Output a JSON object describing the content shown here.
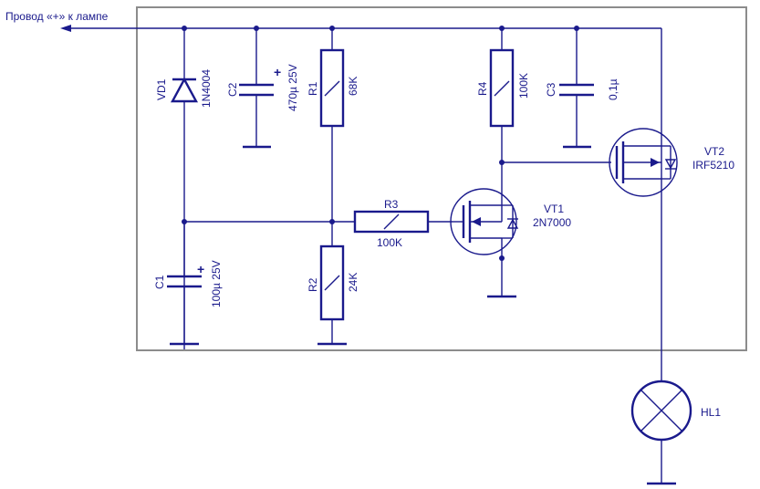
{
  "title_note": "Провод «+» к лампе",
  "components": {
    "vd1": {
      "ref": "VD1",
      "value": "1N4004"
    },
    "c2": {
      "ref": "C2",
      "value": "470µ 25V",
      "polarity": "+"
    },
    "r1": {
      "ref": "R1",
      "value": "68K"
    },
    "r4": {
      "ref": "R4",
      "value": "100K"
    },
    "c3": {
      "ref": "C3",
      "value": "0,1µ"
    },
    "vt2": {
      "ref": "VT2",
      "value": "IRF5210"
    },
    "r3": {
      "ref": "R3",
      "value": "100K"
    },
    "vt1": {
      "ref": "VT1",
      "value": "2N7000"
    },
    "c1": {
      "ref": "C1",
      "value": "100µ 25V",
      "polarity": "+"
    },
    "r2": {
      "ref": "R2",
      "value": "24K"
    },
    "hl1": {
      "ref": "HL1"
    }
  },
  "colors": {
    "ink": "#1a1a8c",
    "frame": "#8c8c8c",
    "background": "#ffffff"
  }
}
